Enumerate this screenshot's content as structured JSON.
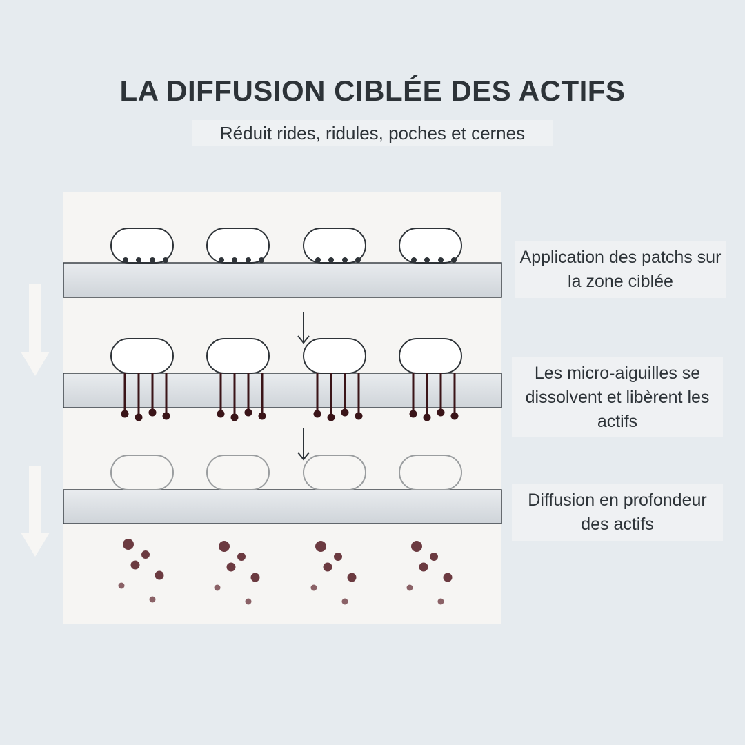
{
  "header": {
    "title": "LA DIFFUSION CIBLÉE DES ACTIFS",
    "subtitle": "Réduit rides, ridules, poches et cernes"
  },
  "steps": [
    {
      "label": "Application des patchs sur la zone ciblée"
    },
    {
      "label": "Les micro-aiguilles se dissolvent et libèrent les actifs"
    },
    {
      "label": "Diffusion en profondeur des actifs"
    }
  ],
  "colors": {
    "background": "#e6ebef",
    "panel": "#f6f5f3",
    "title": "#2d3338",
    "needle": "#3a1418",
    "particle_dark": "#6b3a40",
    "particle_light": "#8a6166"
  },
  "icons": {
    "side_arrows": "down-arrow-icon",
    "step_arrows": "thin-down-arrow-icon"
  }
}
